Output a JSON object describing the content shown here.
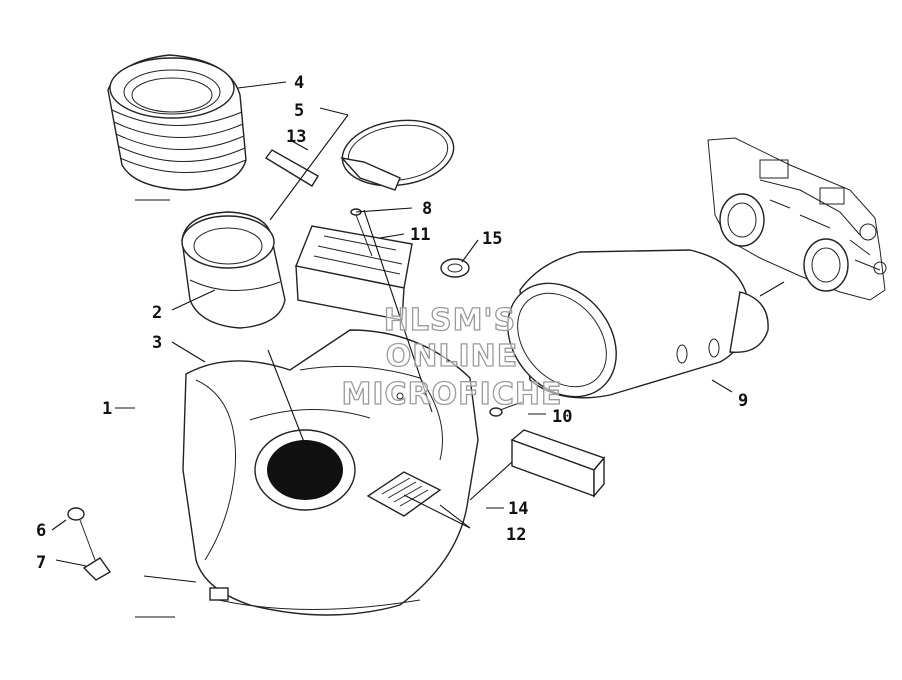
{
  "callouts": [
    "1",
    "2",
    "3",
    "4",
    "5",
    "6",
    "7",
    "8",
    "9",
    "10",
    "11",
    "12",
    "13",
    "14",
    "15"
  ],
  "watermark": [
    "HLSM'S",
    "ONLINE",
    "MICROFICHE"
  ]
}
